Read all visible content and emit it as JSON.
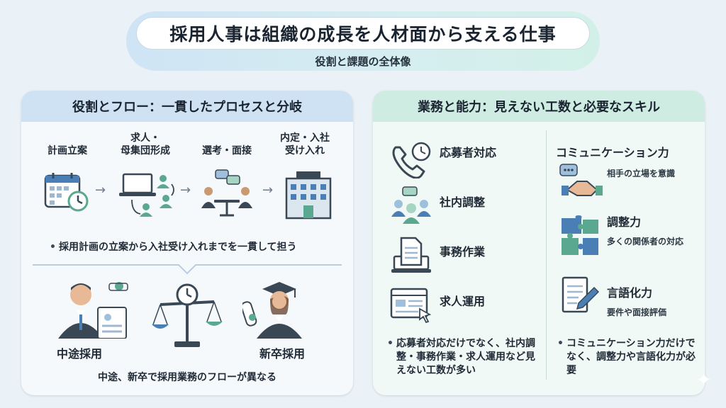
{
  "header": {
    "title": "採用人事は組織の成長を人材面から支える仕事",
    "subtitle": "役割と課題の全体像"
  },
  "left_panel": {
    "title": "役割とフロー：一貫したプロセスと分岐",
    "steps": [
      {
        "label": "計画立案"
      },
      {
        "label": "求人・\n母集団形成"
      },
      {
        "label": "選考・面接"
      },
      {
        "label": "内定・入社\n受け入れ"
      }
    ],
    "bullet1": "採用計画の立案から入社受け入れまでを一貫して担う",
    "mid_career": "中途採用",
    "new_grad": "新卒採用",
    "bottom_note": "中途、新卒で採用業務のフローが異なる"
  },
  "right_panel": {
    "title": "業務と能力：見えない工数と必要なスキル",
    "tasks": [
      {
        "label": "応募者対応"
      },
      {
        "label": "社内調整"
      },
      {
        "label": "事務作業"
      },
      {
        "label": "求人運用"
      }
    ],
    "tasks_note": "応募者対応だけでなく、社内調整・事務作業・求人運用など見えない工数が多い",
    "skills": [
      {
        "title": "コミュニケーション力",
        "sub": "相手の立場を意識"
      },
      {
        "title": "調整力",
        "sub": "多くの関係者の対応"
      },
      {
        "title": "言語化力",
        "sub": "要件や面接評価"
      }
    ],
    "skills_note": "コミュニケーション力だけでなく、調整力や言語化力が必要"
  },
  "colors": {
    "icon_blue": "#4a7fb5",
    "icon_green": "#5aa88f",
    "icon_dark": "#3a4856"
  }
}
